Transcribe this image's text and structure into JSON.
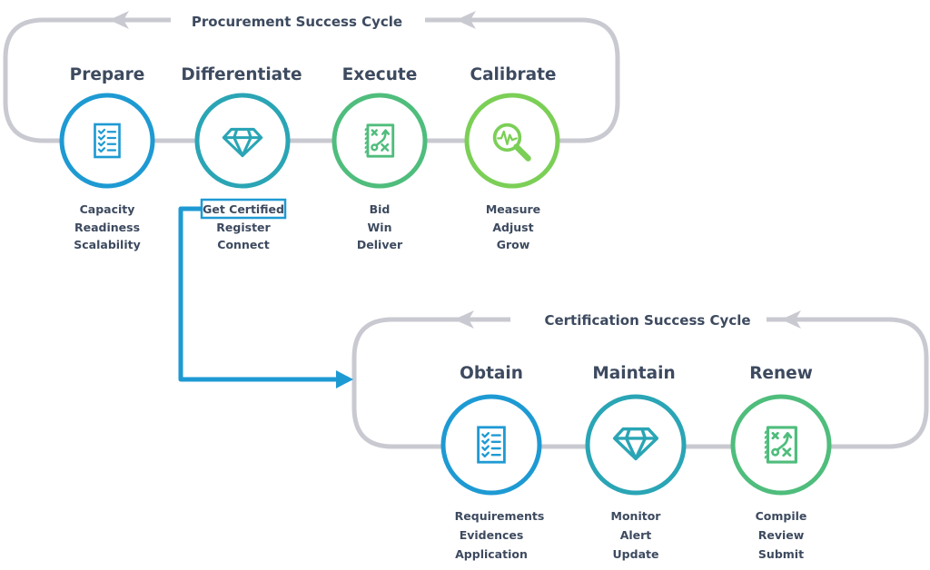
{
  "colors": {
    "loop_gray": "#c9c9d1",
    "text": "#3d4a5f",
    "blue": "#1e9ad3",
    "teal": "#2aa5b5",
    "green": "#4fbd7c",
    "lime": "#7bcf56",
    "connector": "#1e9ad3"
  },
  "procurement_cycle": {
    "title": "Procurement Success Cycle",
    "steps": [
      {
        "title": "Prepare",
        "icon": "checklist-icon",
        "color": "blue",
        "items": [
          "Capacity",
          "Readiness",
          "Scalability"
        ]
      },
      {
        "title": "Differentiate",
        "icon": "diamond-icon",
        "color": "teal",
        "items": [
          "Get Certified",
          "Register",
          "Connect"
        ],
        "highlighted_item": "Get Certified"
      },
      {
        "title": "Execute",
        "icon": "strategy-plan-icon",
        "color": "green",
        "items": [
          "Bid",
          "Win",
          "Deliver"
        ]
      },
      {
        "title": "Calibrate",
        "icon": "magnifier-analytics-icon",
        "color": "lime",
        "items": [
          "Measure",
          "Adjust",
          "Grow"
        ]
      }
    ]
  },
  "certification_cycle": {
    "title": "Certification Success Cycle",
    "steps": [
      {
        "title": "Obtain",
        "icon": "checklist-icon",
        "color": "blue",
        "items": [
          "Requirements",
          "Evidences",
          "Application"
        ]
      },
      {
        "title": "Maintain",
        "icon": "diamond-icon",
        "color": "teal",
        "items": [
          "Monitor",
          "Alert",
          "Update"
        ]
      },
      {
        "title": "Renew",
        "icon": "strategy-plan-icon",
        "color": "green",
        "items": [
          "Compile",
          "Review",
          "Submit"
        ]
      }
    ]
  }
}
